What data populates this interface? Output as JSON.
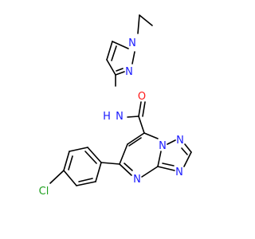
{
  "molecule": {
    "atoms": {
      "n_pyrazole_1": {
        "symbol": "N",
        "color": "#1a1aff"
      },
      "n_pyrazole_2": {
        "symbol": "N",
        "color": "#1a1aff"
      },
      "n_amide": {
        "symbol": "N",
        "color": "#1a1aff"
      },
      "h_amide": {
        "symbol": "H",
        "color": "#1a1aff"
      },
      "o_carbonyl": {
        "symbol": "O",
        "color": "#ff1a1a"
      },
      "n_bridge": {
        "symbol": "N",
        "color": "#1a1aff"
      },
      "n_triazole_2": {
        "symbol": "N",
        "color": "#1a1aff"
      },
      "n_triazole_4": {
        "symbol": "N",
        "color": "#1a1aff"
      },
      "n_pyrimidine": {
        "symbol": "N",
        "color": "#1a1aff"
      },
      "cl": {
        "symbol": "Cl",
        "color": "#1fa01f"
      }
    },
    "bond_color": "#000000"
  }
}
